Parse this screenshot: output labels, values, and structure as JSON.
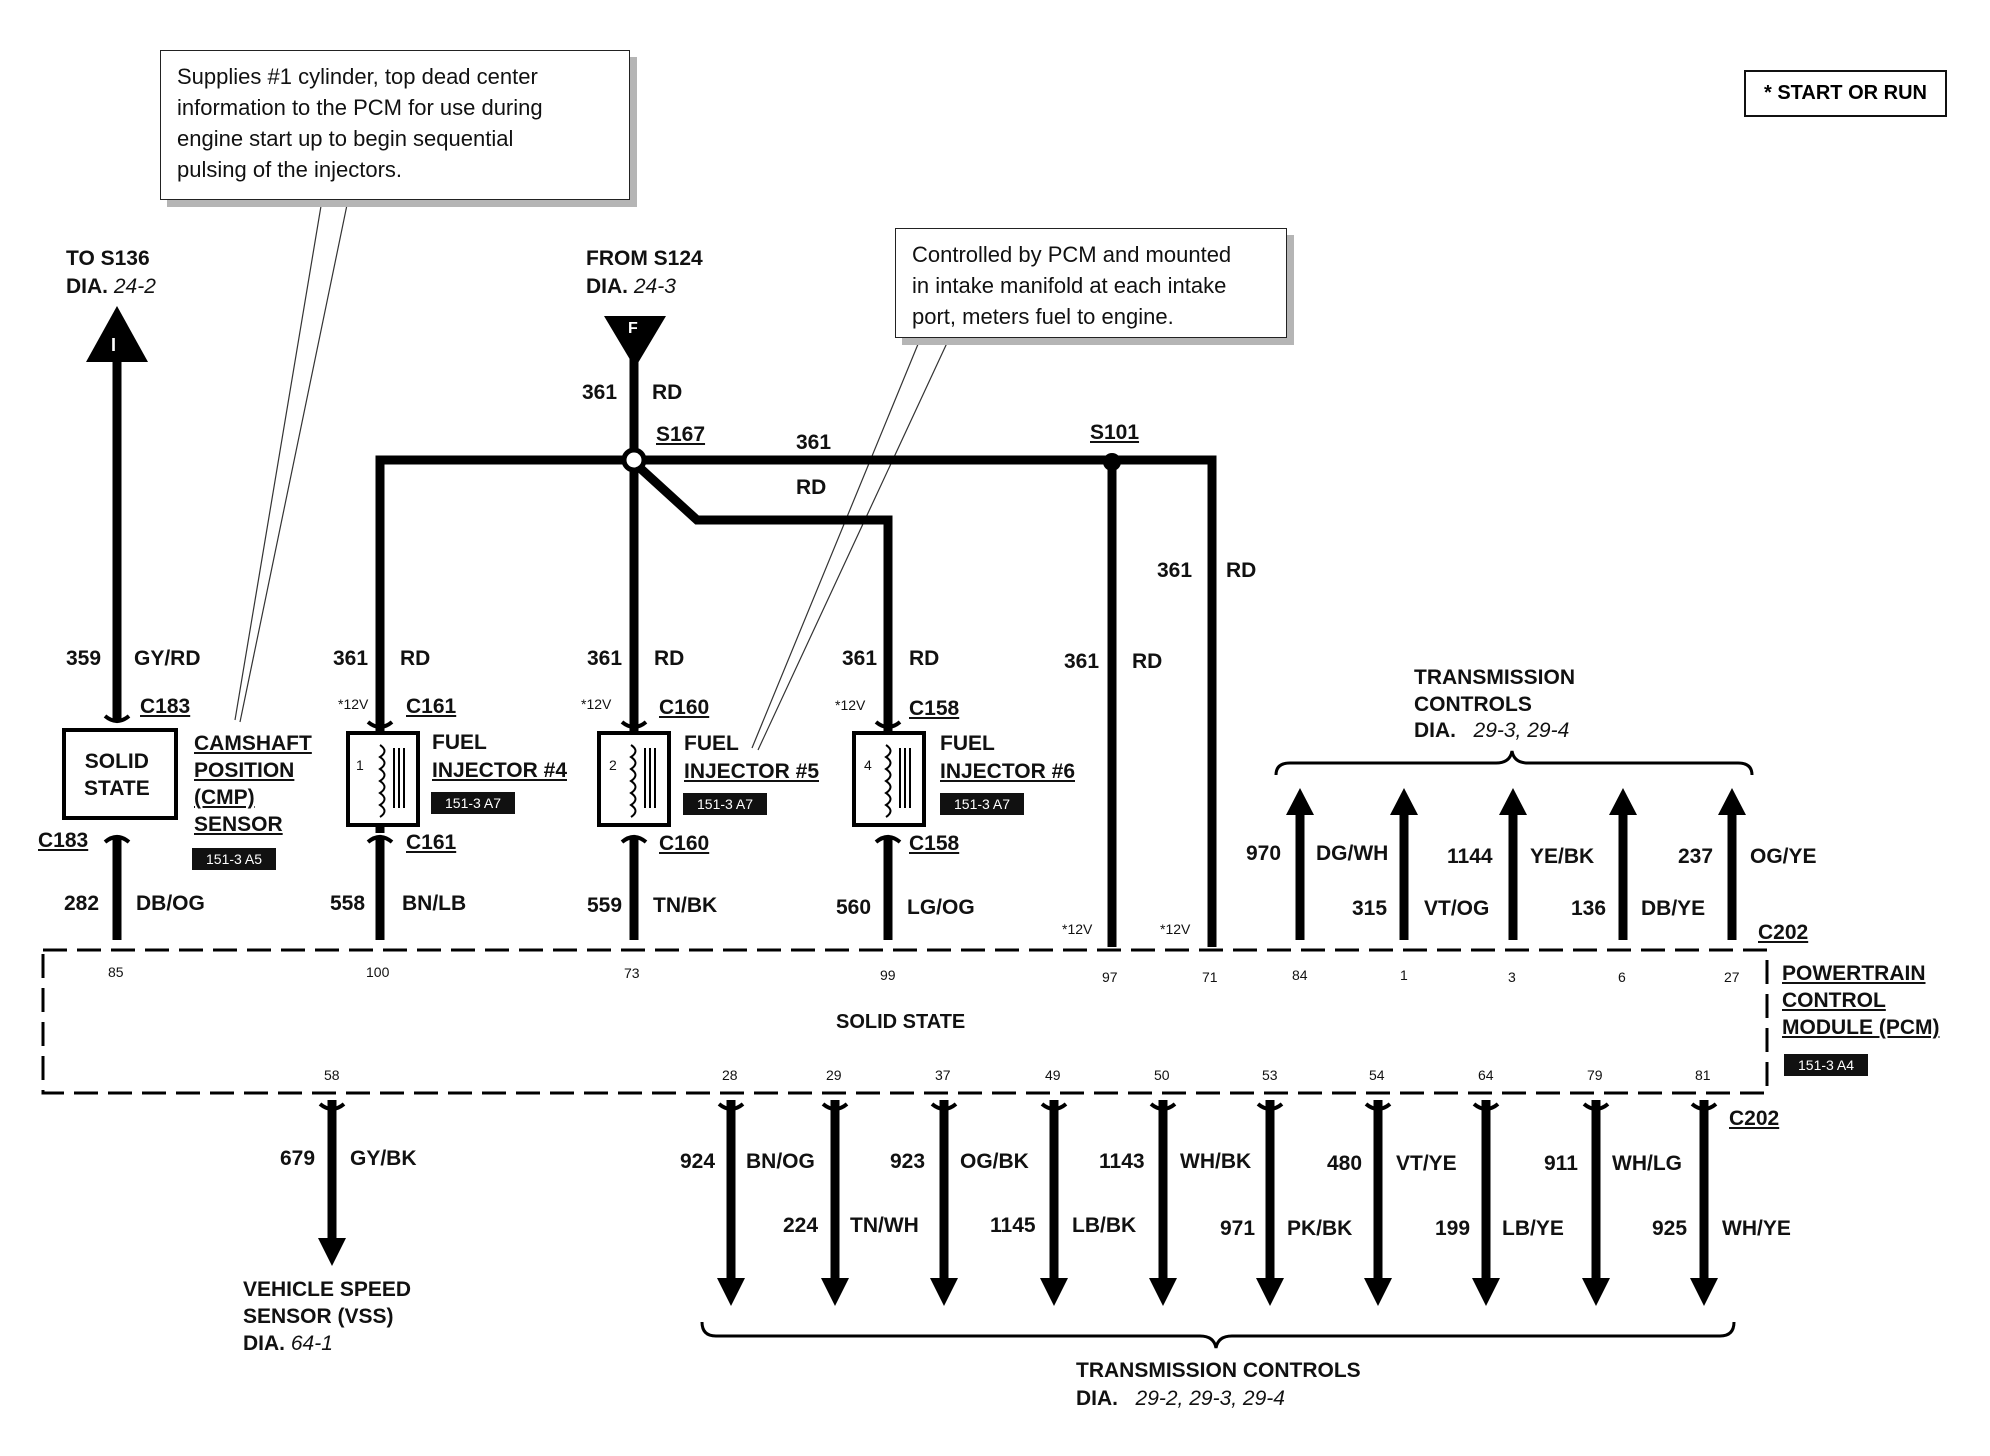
{
  "legend": "* START OR RUN",
  "notes": {
    "cmp": [
      "Supplies #1 cylinder, top dead center",
      "information to the PCM for use during",
      "engine start up to begin sequential",
      "pulsing of the injectors."
    ],
    "injector": [
      "Controlled by PCM and mounted",
      "in intake manifold at each intake",
      "port, meters fuel to engine."
    ]
  },
  "to_s136": {
    "line1": "TO S136",
    "dia_label": "DIA.",
    "dia": "24-2"
  },
  "from_s124": {
    "line1": "FROM S124",
    "dia_label": "DIA.",
    "dia": "24-3",
    "connector": "F"
  },
  "arrow_i": "I",
  "splices": {
    "s167": "S167",
    "s101": "S101"
  },
  "wires": {
    "w359": {
      "num": "359",
      "color": "GY/RD"
    },
    "feed": {
      "num": "361",
      "color": "RD"
    },
    "bus_num": "361",
    "bus_color": "RD",
    "w282": {
      "num": "282",
      "color": "DB/OG"
    },
    "w558": {
      "num": "558",
      "color": "BN/LB"
    },
    "w559": {
      "num": "559",
      "color": "TN/BK"
    },
    "w560": {
      "num": "560",
      "color": "LG/OG"
    },
    "w679": {
      "num": "679",
      "color": "GY/BK"
    }
  },
  "cmp_sensor": {
    "body": [
      "SOLID",
      "STATE"
    ],
    "connector": "C183",
    "name": [
      "CAMSHAFT",
      "POSITION",
      "(CMP)",
      "SENSOR"
    ],
    "ref": "151-3 A5"
  },
  "injectors": [
    {
      "conn": "C161",
      "num": "1",
      "name1": "FUEL",
      "name2": "INJECTOR #4",
      "ref": "151-3 A7"
    },
    {
      "conn": "C160",
      "num": "2",
      "name1": "FUEL",
      "name2": "INJECTOR #5",
      "ref": "151-3 A7"
    },
    {
      "conn": "C158",
      "num": "4",
      "name1": "FUEL",
      "name2": "INJECTOR #6",
      "ref": "151-3 A7"
    }
  ],
  "star12": "*12V",
  "trans_top": {
    "title": [
      "TRANSMISSION",
      "CONTROLS"
    ],
    "dia_label": "DIA.",
    "dia": "29-3, 29-4",
    "wires": [
      {
        "num": "970",
        "color": "DG/WH"
      },
      {
        "num": "315",
        "color": "VT/OG"
      },
      {
        "num": "1144",
        "color": "YE/BK"
      },
      {
        "num": "136",
        "color": "DB/YE"
      },
      {
        "num": "237",
        "color": "OG/YE"
      }
    ]
  },
  "pcm": {
    "connector": "C202",
    "body": "SOLID STATE",
    "name": [
      "POWERTRAIN",
      "CONTROL",
      "MODULE (PCM)"
    ],
    "ref": "151-3 A4",
    "top_pins": [
      "85",
      "100",
      "73",
      "99",
      "97",
      "71",
      "84",
      "1",
      "3",
      "6",
      "27"
    ],
    "bottom_pins": [
      "58",
      "28",
      "29",
      "37",
      "49",
      "50",
      "53",
      "54",
      "64",
      "79",
      "81"
    ]
  },
  "vss": {
    "name": [
      "VEHICLE SPEED",
      "SENSOR (VSS)"
    ],
    "dia_label": "DIA.",
    "dia": "64-1"
  },
  "trans_bottom": {
    "title": "TRANSMISSION CONTROLS",
    "dia_label": "DIA.",
    "dia": "29-2, 29-3, 29-4",
    "wires": [
      {
        "num": "924",
        "color": "BN/OG"
      },
      {
        "num": "224",
        "color": "TN/WH"
      },
      {
        "num": "923",
        "color": "OG/BK"
      },
      {
        "num": "1145",
        "color": "LB/BK"
      },
      {
        "num": "1143",
        "color": "WH/BK"
      },
      {
        "num": "971",
        "color": "PK/BK"
      },
      {
        "num": "480",
        "color": "VT/YE"
      },
      {
        "num": "199",
        "color": "LB/YE"
      },
      {
        "num": "911",
        "color": "WH/LG"
      },
      {
        "num": "925",
        "color": "WH/YE"
      }
    ]
  }
}
